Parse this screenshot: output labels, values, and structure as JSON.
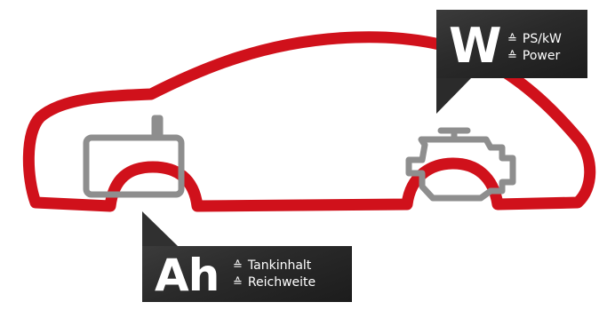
{
  "colors": {
    "car_outline": "#d0111b",
    "icon_stroke": "#8e8e8e",
    "callout_bg": "#2b2b2b",
    "callout_text": "#ffffff"
  },
  "callouts": {
    "power": {
      "symbol": "W",
      "lines": [
        {
          "prefix": "≙",
          "text": "PS/kW"
        },
        {
          "prefix": "≙",
          "text": "Power"
        }
      ]
    },
    "battery": {
      "symbol": "Ah",
      "lines": [
        {
          "prefix": "≙",
          "text": "Tankinhalt"
        },
        {
          "prefix": "≙",
          "text": "Reichweite"
        }
      ]
    }
  },
  "icons": {
    "left": "battery-icon",
    "right": "engine-icon"
  }
}
